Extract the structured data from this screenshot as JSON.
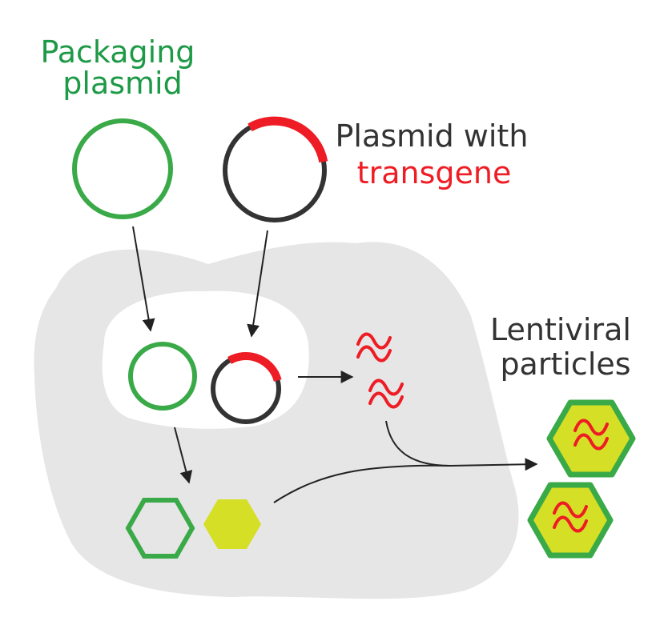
{
  "labels": {
    "packaging_line1": "Packaging",
    "packaging_line2": "plasmid",
    "transgene_line1": "Plasmid with",
    "transgene_line2": "transgene",
    "lentiviral_line1": "Lentiviral",
    "lentiviral_line2": "particles"
  },
  "colors": {
    "green": "#3aaa48",
    "green_text": "#1e9a47",
    "red": "#ee1c24",
    "dark": "#333333",
    "cell_gray": "#e6e6e6",
    "capsid_yellow": "#d5df26"
  },
  "icons": [
    "packaging-plasmid-circle-icon",
    "transgene-plasmid-circle-icon",
    "nucleus-packaging-plasmid-icon",
    "nucleus-transgene-plasmid-icon",
    "rna-wave-icon",
    "empty-capsid-hexagon-icon",
    "capsid-protein-hexagon-icon",
    "lentiviral-particle-icon"
  ]
}
